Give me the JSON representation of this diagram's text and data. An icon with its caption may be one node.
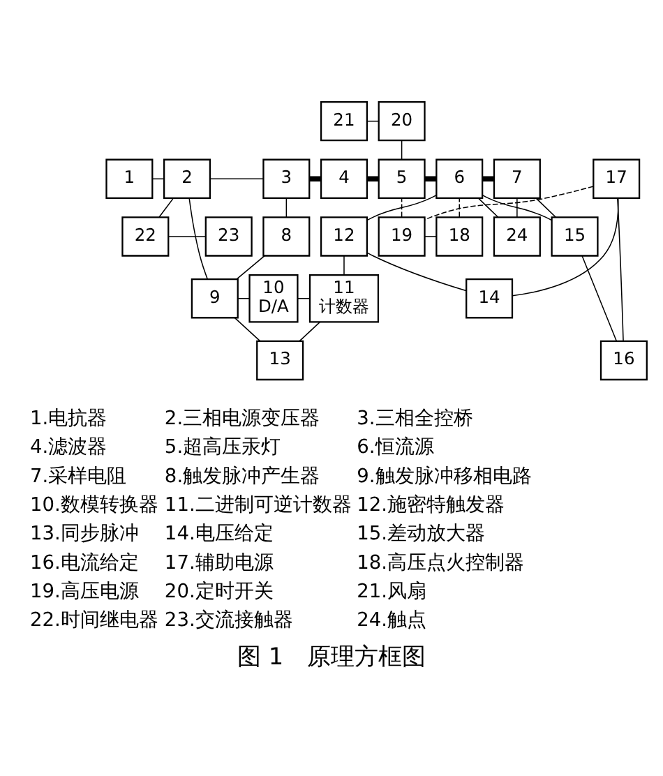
{
  "diagram": {
    "caption": "图 1　原理方框图",
    "nodes": [
      {
        "text": [
          "1"
        ]
      },
      {
        "text": [
          "2"
        ]
      },
      {
        "text": [
          "3"
        ]
      },
      {
        "text": [
          "4"
        ]
      },
      {
        "text": [
          "5"
        ]
      },
      {
        "text": [
          "6"
        ]
      },
      {
        "text": [
          "7"
        ]
      },
      {
        "text": [
          "8"
        ]
      },
      {
        "text": [
          "9"
        ]
      },
      {
        "text": [
          "10",
          "D/A"
        ]
      },
      {
        "text": [
          "11",
          "计数器"
        ]
      },
      {
        "text": [
          "12"
        ]
      },
      {
        "text": [
          "13"
        ]
      },
      {
        "text": [
          "14"
        ]
      },
      {
        "text": [
          "15"
        ]
      },
      {
        "text": [
          "16"
        ]
      },
      {
        "text": [
          "17"
        ]
      },
      {
        "text": [
          "18"
        ]
      },
      {
        "text": [
          "19"
        ]
      },
      {
        "text": [
          "20"
        ]
      },
      {
        "text": [
          "21"
        ]
      },
      {
        "text": [
          "22"
        ]
      },
      {
        "text": [
          "23"
        ]
      },
      {
        "text": [
          "24"
        ]
      }
    ],
    "edges": [
      {
        "from": 0,
        "to": 1,
        "arrow": "none"
      },
      {
        "from": 1,
        "to": 2,
        "arrow": "none"
      },
      {
        "from": 2,
        "to": 3,
        "arrow": "none",
        "style": "thick"
      },
      {
        "from": 3,
        "to": 4,
        "arrow": "none",
        "style": "thick"
      },
      {
        "from": 4,
        "to": 5,
        "arrow": "none",
        "style": "thick"
      },
      {
        "from": 5,
        "to": 6,
        "arrow": "none",
        "style": "thick"
      },
      {
        "from": 1,
        "to": 21,
        "arrow": "none"
      },
      {
        "from": 21,
        "to": 22,
        "arrow": "none"
      },
      {
        "from": 20,
        "to": 19,
        "arrow": "none"
      },
      {
        "from": 19,
        "to": 4,
        "arrow": "none"
      },
      {
        "from": 2,
        "to": 7,
        "arrow": "none"
      },
      {
        "from": 7,
        "to": 8,
        "arrow": "none"
      },
      {
        "from": 1,
        "to": 8,
        "arrow": "none"
      },
      {
        "from": 8,
        "to": 9,
        "arrow": "none"
      },
      {
        "from": 9,
        "to": 10,
        "arrow": "none"
      },
      {
        "from": 10,
        "to": 12,
        "arrow": "none"
      },
      {
        "from": 8,
        "to": 12,
        "arrow": "none"
      },
      {
        "from": 11,
        "to": 10,
        "arrow": "none"
      },
      {
        "from": 5,
        "to": 11,
        "arrow": "none"
      },
      {
        "from": 11,
        "to": 13,
        "arrow": "none"
      },
      {
        "from": 5,
        "to": 14,
        "arrow": "none"
      },
      {
        "from": 6,
        "to": 14,
        "arrow": "none"
      },
      {
        "from": 14,
        "to": 15,
        "arrow": "none"
      },
      {
        "from": 16,
        "to": 13,
        "arrow": "none"
      },
      {
        "from": 16,
        "to": 15,
        "arrow": "none"
      },
      {
        "from": 16,
        "to": 18,
        "arrow": "none",
        "style": "dashed"
      },
      {
        "from": 18,
        "to": 17,
        "arrow": "none"
      },
      {
        "from": 18,
        "to": 4,
        "arrow": "none",
        "style": "dashed"
      },
      {
        "from": 17,
        "to": 5,
        "arrow": "none",
        "style": "dashed"
      },
      {
        "from": 5,
        "to": 23,
        "arrow": "none"
      },
      {
        "from": 23,
        "to": 6,
        "arrow": "none"
      }
    ],
    "labels": [
      "1.电抗器",
      "2.三相电源变压器",
      "3.三相全控桥",
      "4.滤波器",
      "5.超高压汞灯",
      "6.恒流源",
      "7.采样电阻",
      "8.触发脉冲产生器",
      "9.触发脉冲移相电路",
      "10.数模转换器",
      "11.二进制可逆计数器",
      "12.施密特触发器",
      "13.同步脉冲",
      "14.电压给定",
      "15.差动放大器",
      "16.电流给定",
      "17.辅助电源",
      "18.高压点火控制器",
      "19.高压电源",
      "20.定时开关",
      "21.风扇",
      "22.时间继电器",
      "23.交流接触器",
      "24.触点"
    ]
  }
}
